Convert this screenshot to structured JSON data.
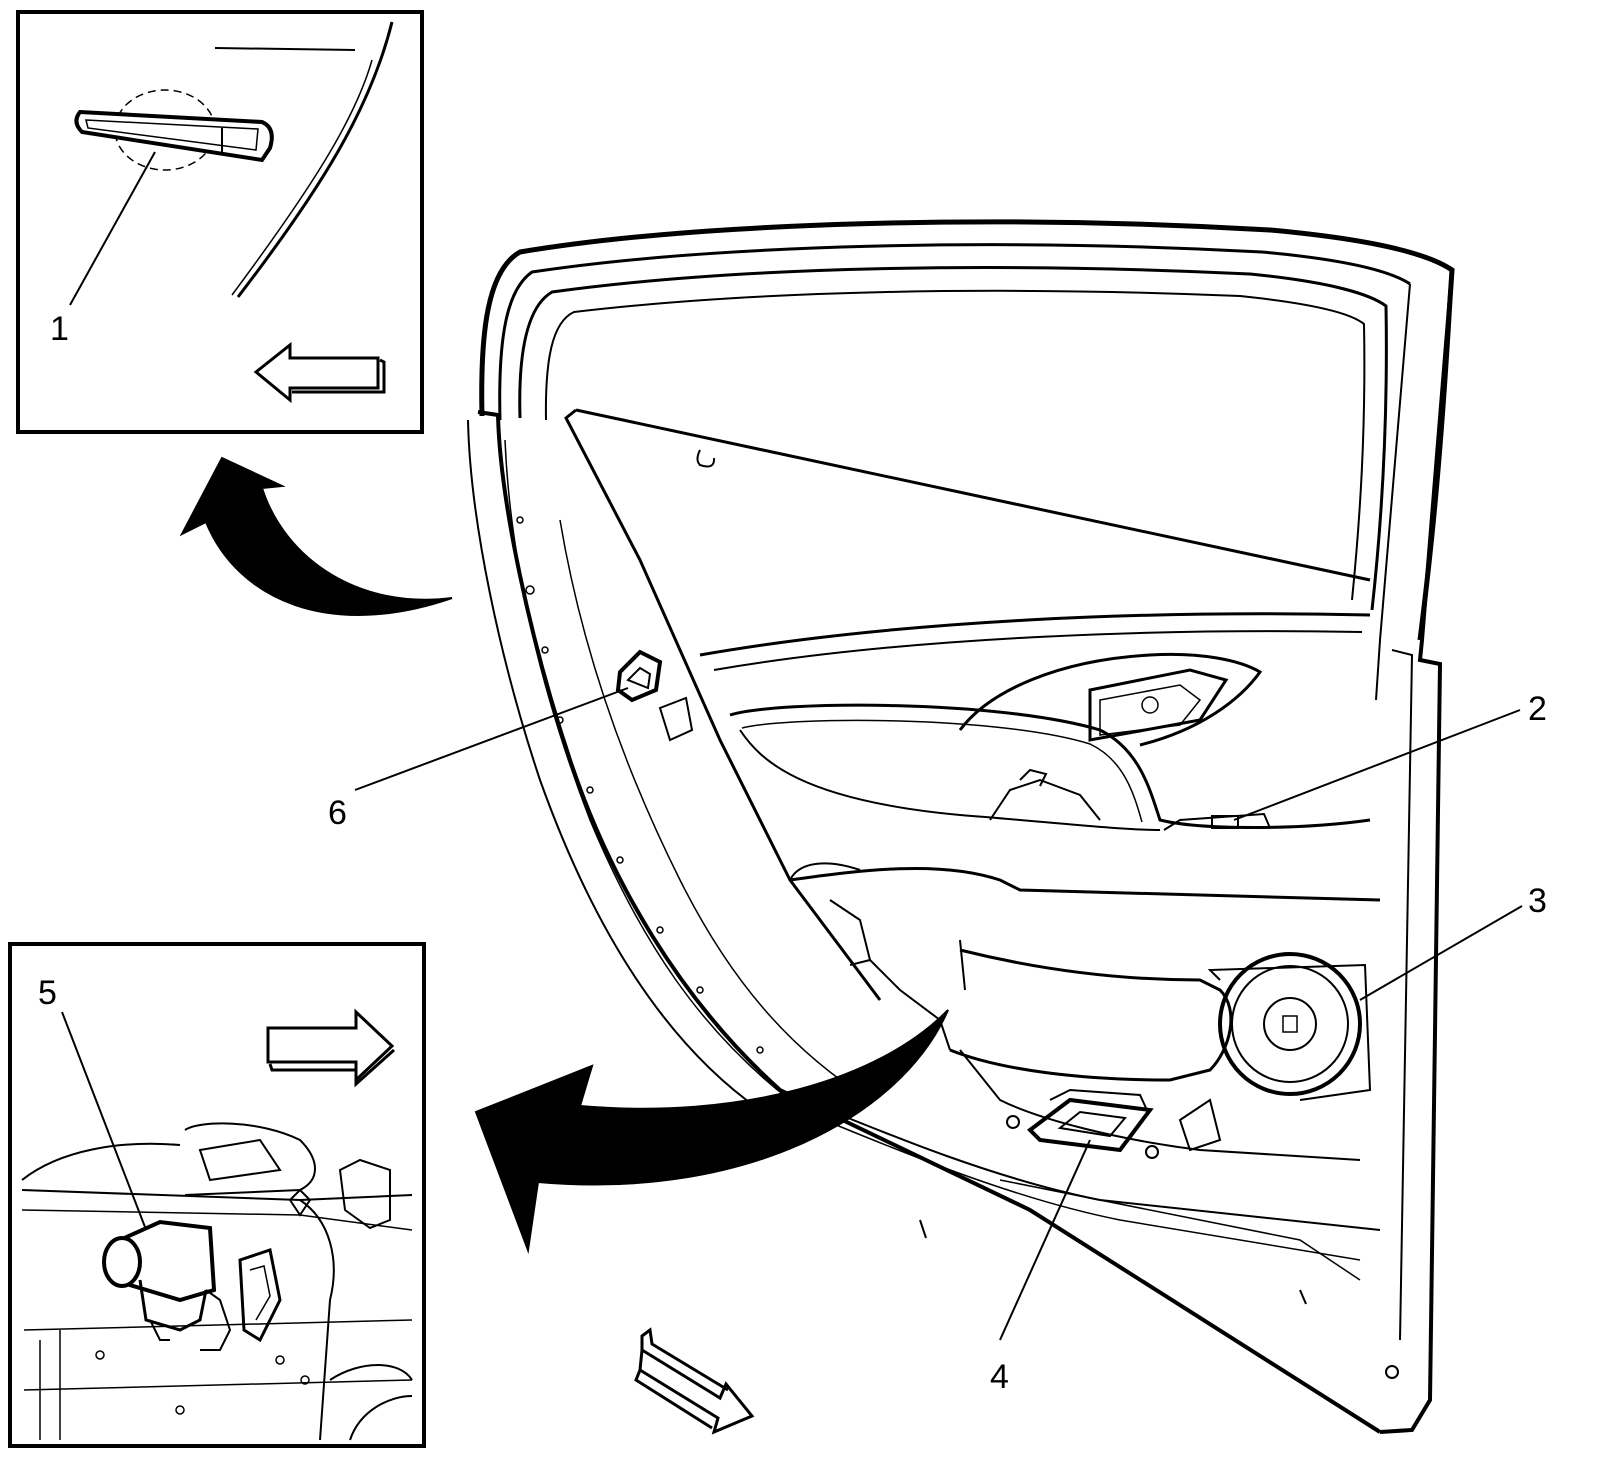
{
  "diagram": {
    "callouts": [
      {
        "id": 1,
        "label": "1"
      },
      {
        "id": 2,
        "label": "2"
      },
      {
        "id": 3,
        "label": "3"
      },
      {
        "id": 4,
        "label": "4"
      },
      {
        "id": 5,
        "label": "5"
      },
      {
        "id": 6,
        "label": "6"
      }
    ],
    "insets": [
      "exterior-handle-inset",
      "lock-actuator-inset"
    ],
    "colors": {
      "line": "#000000",
      "background": "#ffffff",
      "arrow_fill": "#000000"
    }
  }
}
